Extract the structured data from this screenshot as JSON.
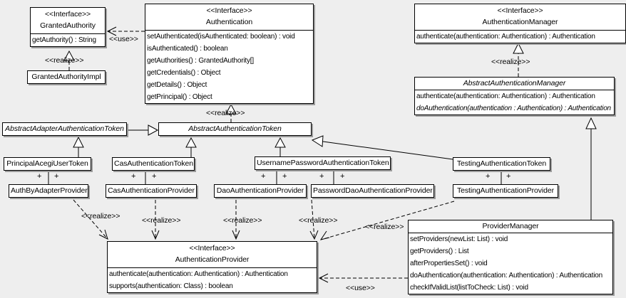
{
  "diagram": {
    "colors": {
      "background": "#eeeeee",
      "node_fill": "#ffffff",
      "line": "#000000",
      "shadow": "#9b9b9b"
    },
    "edge_labels": {
      "use": "<<use>>",
      "realize": "<<realize>>",
      "plus": "+"
    },
    "classes": {
      "granted_authority": {
        "stereotype": "<<Interface>>",
        "name": "GrantedAuthority",
        "methods": [
          "getAuthority() : String"
        ]
      },
      "granted_authority_impl": {
        "name": "GrantedAuthorityImpl"
      },
      "authentication": {
        "stereotype": "<<Interface>>",
        "name": "Authentication",
        "methods": [
          "setAuthenticated(isAuthenticated: boolean) : void",
          "isAuthenticated() : boolean",
          "getAuthorities() : GrantedAuthority[]",
          "getCredentials() : Object",
          "getDetails() : Object",
          "getPrincipal() : Object"
        ]
      },
      "authentication_manager": {
        "stereotype": "<<Interface>>",
        "name": "AuthenticationManager",
        "methods": [
          "authenticate(authentication: Authentication) : Authentication"
        ]
      },
      "abstract_authentication_manager": {
        "name": "AbstractAuthenticationManager",
        "methods": [
          "authenticate(authentication: Authentication) : Authentication",
          "doAuthentication(authentication : Authentication) : Authentication"
        ]
      },
      "abstract_adapter_authentication_token": {
        "name": "AbstractAdapterAuthenticationToken"
      },
      "abstract_authentication_token": {
        "name": "AbstractAuthenticationToken"
      },
      "principal_acegi_user_token": {
        "name": "PrincipalAcegiUserToken"
      },
      "cas_authentication_token": {
        "name": "CasAuthenticationToken"
      },
      "username_password_authentication_token": {
        "name": "UsernamePasswordAuthenticationToken"
      },
      "testing_authentication_token": {
        "name": "TestingAuthenticationToken"
      },
      "auth_by_adapter_provider": {
        "name": "AuthByAdapterProvider"
      },
      "cas_authentication_provider": {
        "name": "CasAuthenticationProvider"
      },
      "dao_authentication_provider": {
        "name": "DaoAuthenticationProvider"
      },
      "password_dao_authentication_provider": {
        "name": "PasswordDaoAuthenticationProvider"
      },
      "testing_authentication_provider": {
        "name": "TestingAuthenticationProvider"
      },
      "authentication_provider": {
        "stereotype": "<<Interface>>",
        "name": "AuthenticationProvider",
        "methods": [
          "authenticate(authentication: Authentication) : Authentication",
          "supports(authentication: Class) : boolean"
        ]
      },
      "provider_manager": {
        "name": "ProviderManager",
        "methods": [
          "setProviders(newList: List) : void",
          "getProviders() : List",
          "afterPropertiesSet() : void",
          "doAuthentication(authentication: Authentication) : Authentication",
          "checkIfValidList(listToCheck: List) : void"
        ]
      }
    }
  }
}
